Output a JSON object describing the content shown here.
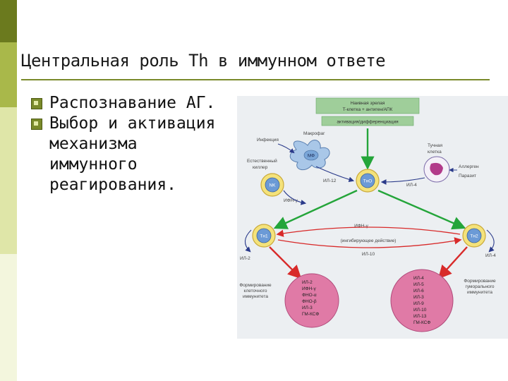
{
  "slide": {
    "title": "Центральная роль Th в иммунном ответе",
    "bullets": [
      {
        "text": "Распознавание АГ."
      },
      {
        "text": "Выбор и активация механизма иммунного реагирования."
      }
    ]
  },
  "diagram": {
    "top_box": [
      "Наивная зрелая",
      "T-клетка + антиген/АПК"
    ],
    "activation": "активация/дифференциация",
    "infection": "Инфекция",
    "macrophage": "Макрофаг",
    "mf": "МФ",
    "nk_caption": [
      "Естественный",
      "киллер"
    ],
    "nk": "NK",
    "il12": "ИЛ-12",
    "th0": "ТнО",
    "mast_caption": [
      "Тучная",
      "клетка"
    ],
    "allergen": "Аллерген",
    "parasite": "Паразит",
    "il4_mid": "ИЛ-4",
    "ifn_left": "ИФН-γ",
    "th1": "Tн1",
    "th2": "Tн2",
    "ifn_center": "ИФН-γ",
    "inhibit": "(ингибирующее действие)",
    "il10": "ИЛ-10",
    "il2_left": "ИЛ-2",
    "il4_right": "ИЛ-4",
    "cell_immunity": [
      "Формирование",
      "клеточного",
      "иммунитета"
    ],
    "humoral_immunity": [
      "Формирование",
      "гуморального",
      "иммунитета"
    ],
    "th1_cytokines": [
      "ИЛ-2",
      "ИФН-γ",
      "ФНО-α",
      "ФНО-β",
      "ИЛ-3",
      "ГМ-КСФ"
    ],
    "th2_cytokines": [
      "ИЛ-4",
      "ИЛ-5",
      "ИЛ-6",
      "ИЛ-3",
      "ИЛ-9",
      "ИЛ-10",
      "ИЛ-13",
      "ГМ-КСФ"
    ]
  },
  "colors": {
    "accent_olive": "#7a8a2a",
    "figure_bg": "#eceff2",
    "green_box": "#9fce9a",
    "cell_yellow": "#f4e27a",
    "pink_circle": "#e07aa6",
    "arrow_green": "#24a53a",
    "arrow_red": "#d82a2a",
    "arrow_blue": "#2a3a8a"
  }
}
